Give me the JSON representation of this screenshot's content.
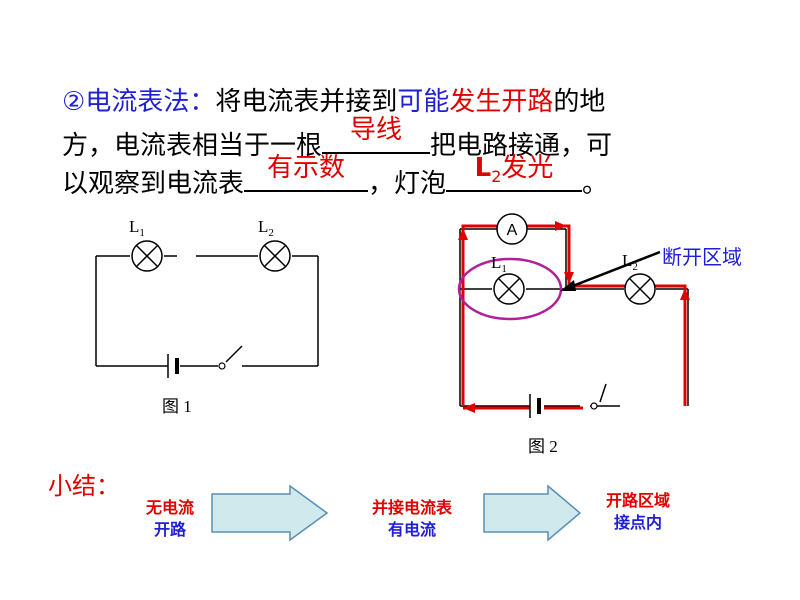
{
  "para": {
    "heading_num": "②",
    "heading": "电流表法：",
    "line1_a": "将电流表并接到",
    "line1_b": "可能",
    "line1_c": "发生开路",
    "line1_d": "的地",
    "line2_a": "方，电流表相当于一根",
    "blank1": "导线",
    "line2_b": "把电路接通，可",
    "line3_a": "以观察到电流表",
    "blank2": "有示数",
    "line3_b": "，灯泡",
    "blank3_l": "L",
    "blank3_sub": "2",
    "blank3_rest": "发光",
    "line3_c": "。"
  },
  "fig1": {
    "l1_label": "L",
    "l1_sub": "1",
    "l2_label": "L",
    "l2_sub": "2",
    "caption": "图 1"
  },
  "fig2": {
    "ammeter_symbol": "A",
    "l1_label": "L",
    "l1_sub": "1",
    "l2_label": "L",
    "l2_sub": "2",
    "caption": "图 2",
    "callout": "断开区域"
  },
  "summary": {
    "title": "小结：",
    "step1_line1": "无电流",
    "step1_line2": "开路",
    "step2_line1": "并接电流表",
    "step2_line2": "有电流",
    "step3_line1": "开路区域",
    "step3_line2": "接点内"
  },
  "colors": {
    "blue": "#1f1fd6",
    "red": "#e00000",
    "arrow_fill": "#cfe9ec",
    "arrow_stroke": "#5a8fb5",
    "ellipse": "#b0209a"
  }
}
